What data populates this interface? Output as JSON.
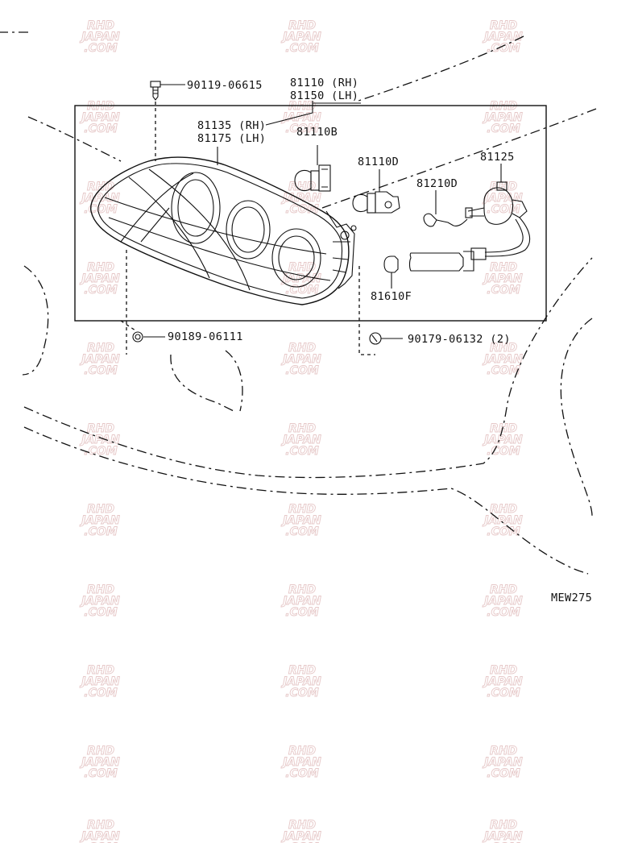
{
  "diagram_code": "MEW275",
  "watermark": {
    "line1": "RHD",
    "line2": "JAPAN",
    "line3": ".COM"
  },
  "parts": [
    {
      "id": "p90119",
      "number": "90119-06615"
    },
    {
      "id": "p81110",
      "number": "81110 (RH)"
    },
    {
      "id": "p81150",
      "number": "81150 (LH)"
    },
    {
      "id": "p81135",
      "number": "81135 (RH)"
    },
    {
      "id": "p81175",
      "number": "81175 (LH)"
    },
    {
      "id": "p81110B",
      "number": "81110B"
    },
    {
      "id": "p81110D",
      "number": "81110D"
    },
    {
      "id": "p81125",
      "number": "81125"
    },
    {
      "id": "p81210D",
      "number": "81210D"
    },
    {
      "id": "p81610F",
      "number": "81610F"
    },
    {
      "id": "p90189",
      "number": "90189-06111"
    },
    {
      "id": "p90179",
      "number": "90179-06132 (2)"
    }
  ]
}
